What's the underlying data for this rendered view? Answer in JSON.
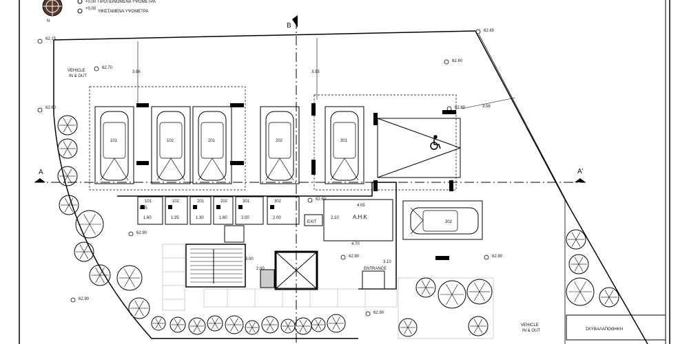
{
  "legend": {
    "proposed_levels": "ΠΡΟΤΕΙΝΟΜΕΝΑ ΥΨΟΜΕΤΡΑ",
    "existing_levels": "ΥΦΙΣΤΑΜΕΝΑ ΥΨΟΜΕΤΡΑ",
    "level_a": "+0.00",
    "level_b": "+0.00",
    "north": "N"
  },
  "sections": {
    "b_top": "B",
    "a_left": "A",
    "a_right": "A'"
  },
  "labels": {
    "vehicle_top": [
      "VEHICLE",
      "IN & OUT"
    ],
    "vehicle_bottom": [
      "VEHICLE",
      "IN & OUT"
    ],
    "ahk": "Α.Η.Κ",
    "exit": "EXIT",
    "entrance": "ENTRANCE",
    "garbage": "ΣΚΥΒΑΛΑΠΟΘΗΚΗ"
  },
  "parking_top": [
    "101",
    "102",
    "201",
    "202",
    "301"
  ],
  "parking_side": "302",
  "storage": [
    "101",
    "102",
    "201",
    "202",
    "301",
    "302"
  ],
  "storage_widths": [
    "1.60",
    "1.35",
    "1.30",
    "1.60",
    "2.00",
    "2.00"
  ],
  "dimensions": {
    "d1": "3.66",
    "d2": "3.95",
    "d3": "3.58",
    "d4": "4.05",
    "d5": "2.10",
    "d6": "4.70",
    "d7": "3.00",
    "d8": "2.00",
    "d9": "3.10",
    "d10": "1.35"
  },
  "levels": {
    "l1": "62.15",
    "l2": "62.60",
    "l3": "62.65",
    "l4": "62.70",
    "l5": "62.80",
    "l6": "62.90",
    "l7": "62.90",
    "l8": "62.90",
    "l9": "62.90",
    "l10": "62.90",
    "l11": "62.60",
    "l12": "62.80"
  }
}
